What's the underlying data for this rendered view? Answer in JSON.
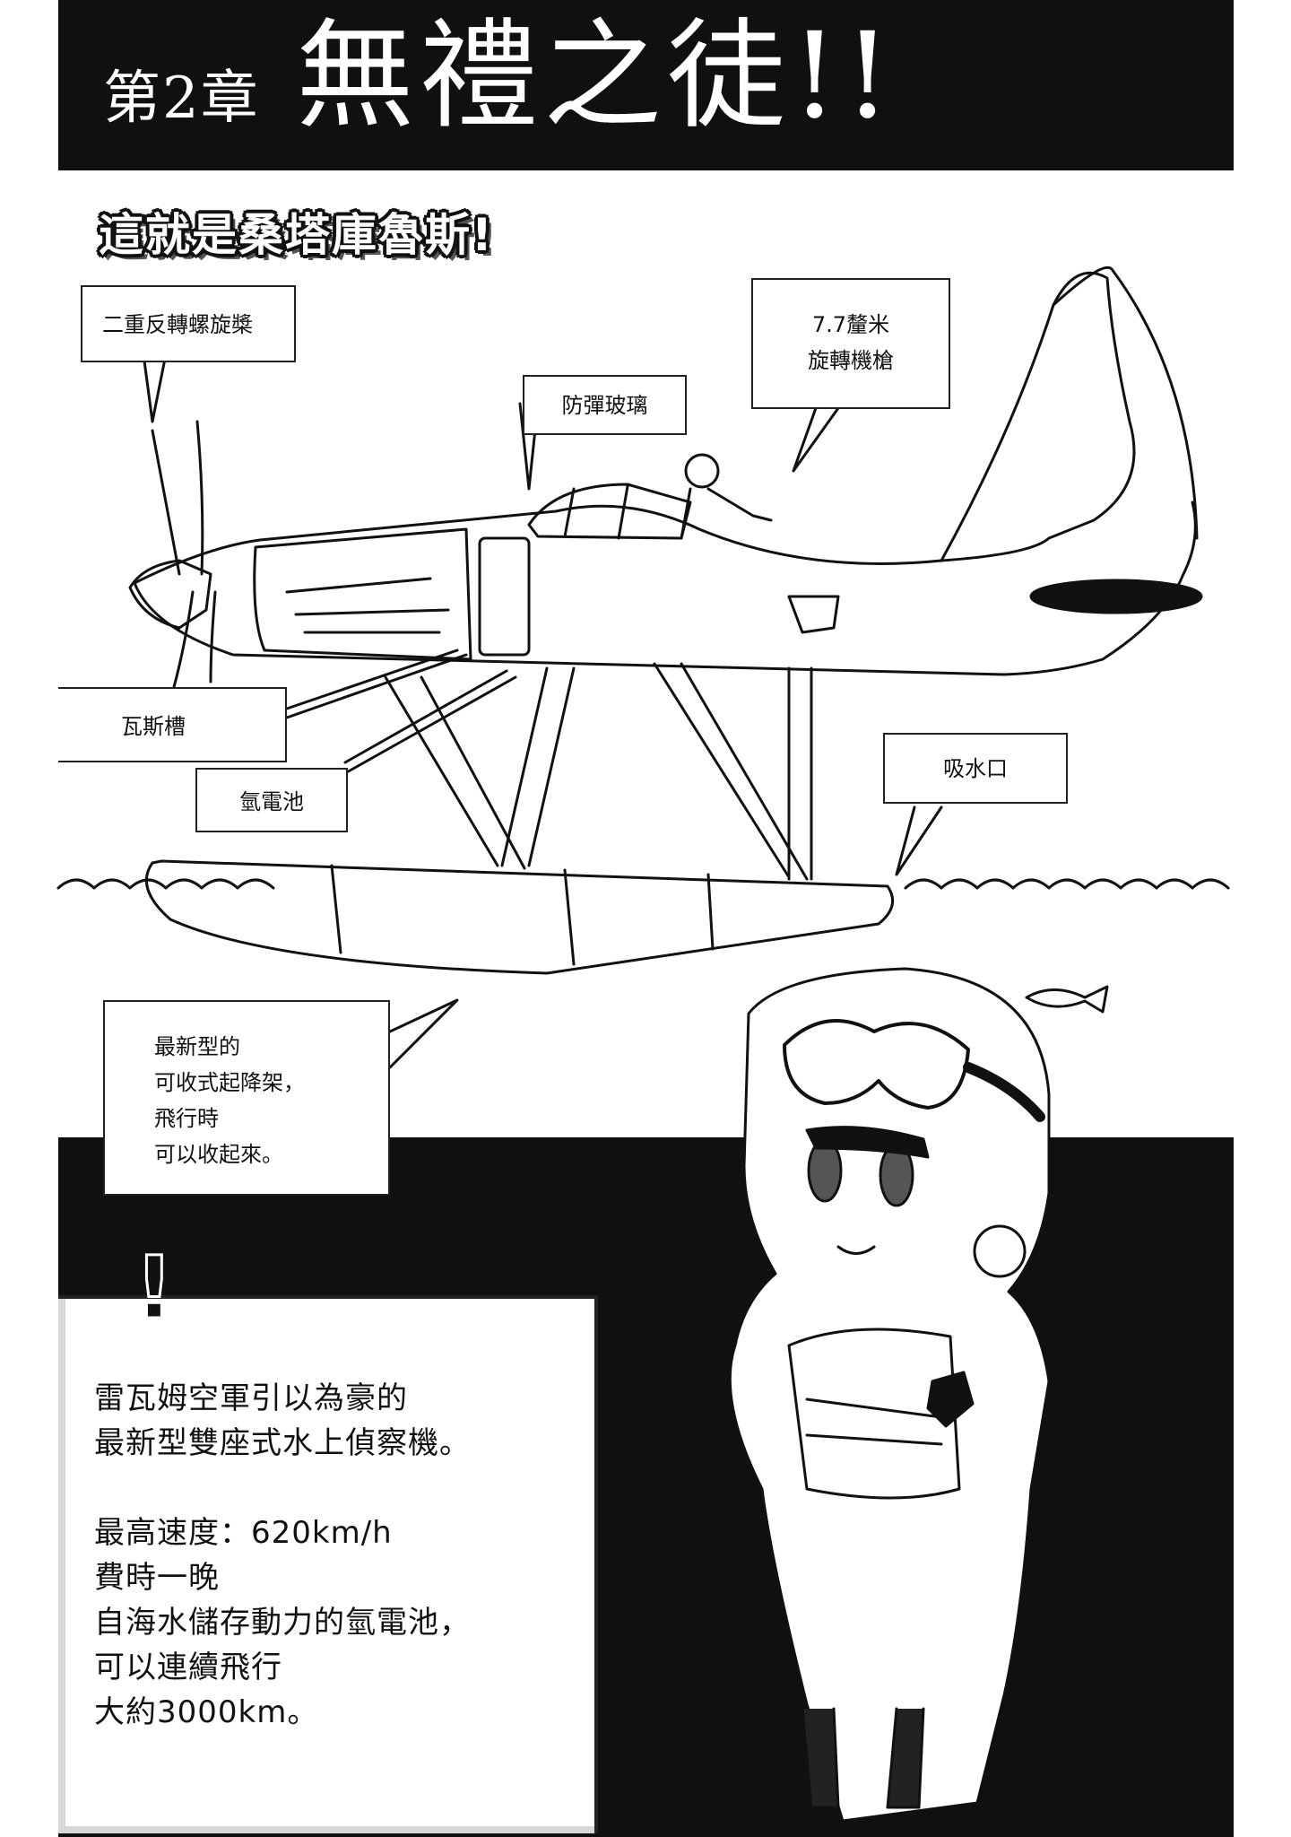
{
  "header": {
    "chapter_label": "第2章",
    "chapter_title": "無禮之徒!!"
  },
  "section_heading": "這就是桑塔庫魯斯!",
  "callouts": {
    "propeller": "二重反轉螺旋槳",
    "machine_gun_line1": "7.7釐米",
    "machine_gun_line2": "旋轉機槍",
    "glass": "防彈玻璃",
    "gas_tank": "瓦斯槽",
    "hydrogen_battery": "氫電池",
    "water_intake": "吸水口",
    "landing_gear": [
      "最新型的",
      "可收式起降架，",
      "飛行時",
      "可以收起來。"
    ]
  },
  "info": {
    "exclamation": "!",
    "lines": [
      "雷瓦姆空軍引以為豪的",
      "最新型雙座式水上偵察機。",
      "",
      "最高速度：620km/h",
      "費時一晚",
      "自海水儲存動力的氫電池，",
      "可以連續飛行",
      "大約3000km。"
    ]
  }
}
